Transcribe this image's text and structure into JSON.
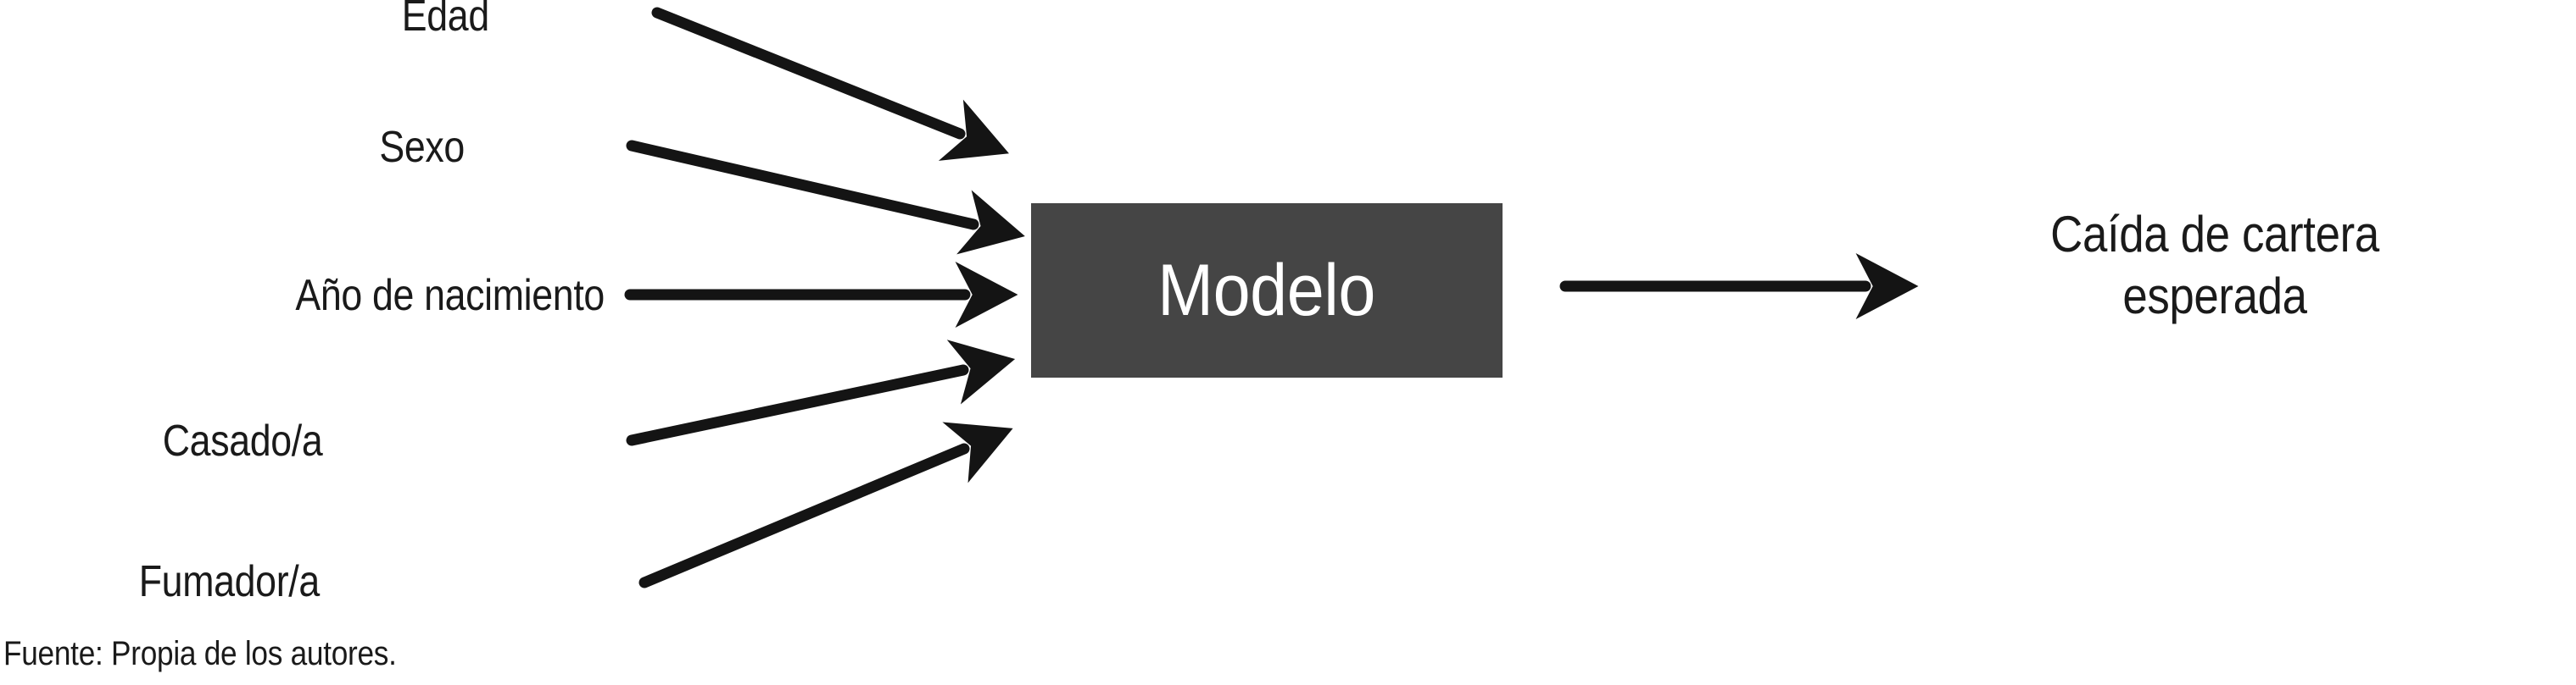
{
  "figure": {
    "type": "block-flow-diagram",
    "background_color": "#ffffff",
    "stroke_color": "#141414",
    "box_fill_color": "#454545",
    "box_text_color": "#ffffff",
    "text_color": "#1a1a1a"
  },
  "inputs": [
    {
      "label": "Edad",
      "arrow": "arrow-edad"
    },
    {
      "label": "Sexo",
      "arrow": "arrow-sexo"
    },
    {
      "label": "Año de nacimiento",
      "arrow": "arrow-ano-nacimiento"
    },
    {
      "label": "Casado/a",
      "arrow": "arrow-casado"
    },
    {
      "label": "Fumador/a",
      "arrow": "arrow-fumador"
    }
  ],
  "process": {
    "label": "Modelo"
  },
  "output": {
    "line1": "Caída de cartera",
    "line2": "esperada"
  },
  "footer": {
    "source": "Fuente: Propia de los autores."
  }
}
